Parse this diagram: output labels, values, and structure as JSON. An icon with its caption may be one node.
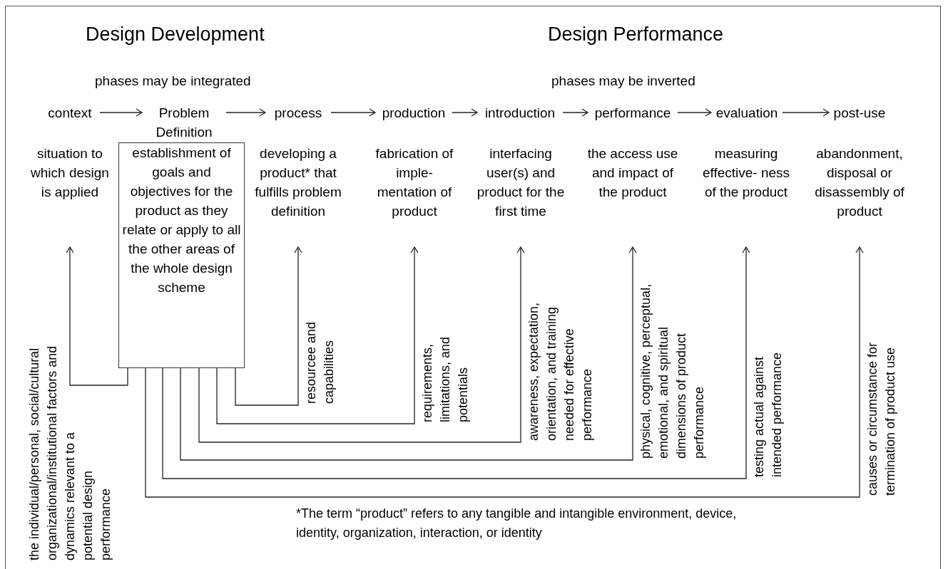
{
  "diagram": {
    "nodes": [
      {
        "text": [
          "context"
        ]
      },
      {
        "text": [
          "Problem Definition"
        ]
      },
      {
        "text": [
          "process"
        ]
      },
      {
        "text": [
          "production"
        ]
      },
      {
        "text": [
          "introduction"
        ]
      },
      {
        "text": [
          "performance"
        ]
      },
      {
        "text": [
          "evaluation"
        ]
      },
      {
        "text": [
          "post-use"
        ]
      },
      {
        "text": [
          "situation to which design is applied"
        ]
      },
      {
        "text": [
          "establishment of goals and objectives for the product as they relate or apply to all the other areas of the whole design scheme"
        ]
      },
      {
        "text": [
          "developing a product* that fulfills problem definition"
        ]
      },
      {
        "text": [
          "fabrication of imple- mentation of product"
        ]
      },
      {
        "text": [
          "interfacing user(s) and product for the first time"
        ]
      },
      {
        "text": [
          "the access use and impact of the product"
        ]
      },
      {
        "text": [
          "measuring effective- ness of the product"
        ]
      },
      {
        "text": [
          "abandonment, disposal or disassembly of product"
        ]
      }
    ],
    "edges": [
      {
        "from": 0,
        "to": 1,
        "arrow": "to"
      },
      {
        "from": 1,
        "to": 2,
        "arrow": "to"
      },
      {
        "from": 2,
        "to": 3,
        "arrow": "to"
      },
      {
        "from": 3,
        "to": 4,
        "arrow": "to"
      },
      {
        "from": 4,
        "to": 5,
        "arrow": "to"
      },
      {
        "from": 5,
        "to": 6,
        "arrow": "to"
      },
      {
        "from": 6,
        "to": 7,
        "arrow": "to"
      },
      {
        "from": 9,
        "to": 8,
        "arrow": "to",
        "label": "the individual/personal, social/cultural organizational/institutional factors and dynamics relevant to a potential design performance"
      },
      {
        "from": 9,
        "to": 10,
        "arrow": "to",
        "label": "resourcee and capabilities"
      },
      {
        "from": 9,
        "to": 11,
        "arrow": "to",
        "label": "requirements, limitations, and potentials"
      },
      {
        "from": 9,
        "to": 12,
        "arrow": "to",
        "label": "awareness, expectation, orientation, and training needed for effective performance"
      },
      {
        "from": 9,
        "to": 13,
        "arrow": "to",
        "label": "physical, cognitive, perceptual, emotional, and spiritual dimensions of product performance"
      },
      {
        "from": 9,
        "to": 14,
        "arrow": "to",
        "label": "testing actual against intended performance"
      },
      {
        "from": 9,
        "to": 15,
        "arrow": "to",
        "label": "causes or circumstance for termination of product use"
      }
    ],
    "labels": [
      "Design Development",
      "Design Performance",
      "phases may be integrated",
      "phases may be inverted",
      "*The term “product” refers to any tangible and intangible environment, device, identity, organization, interaction, or identity"
    ]
  }
}
